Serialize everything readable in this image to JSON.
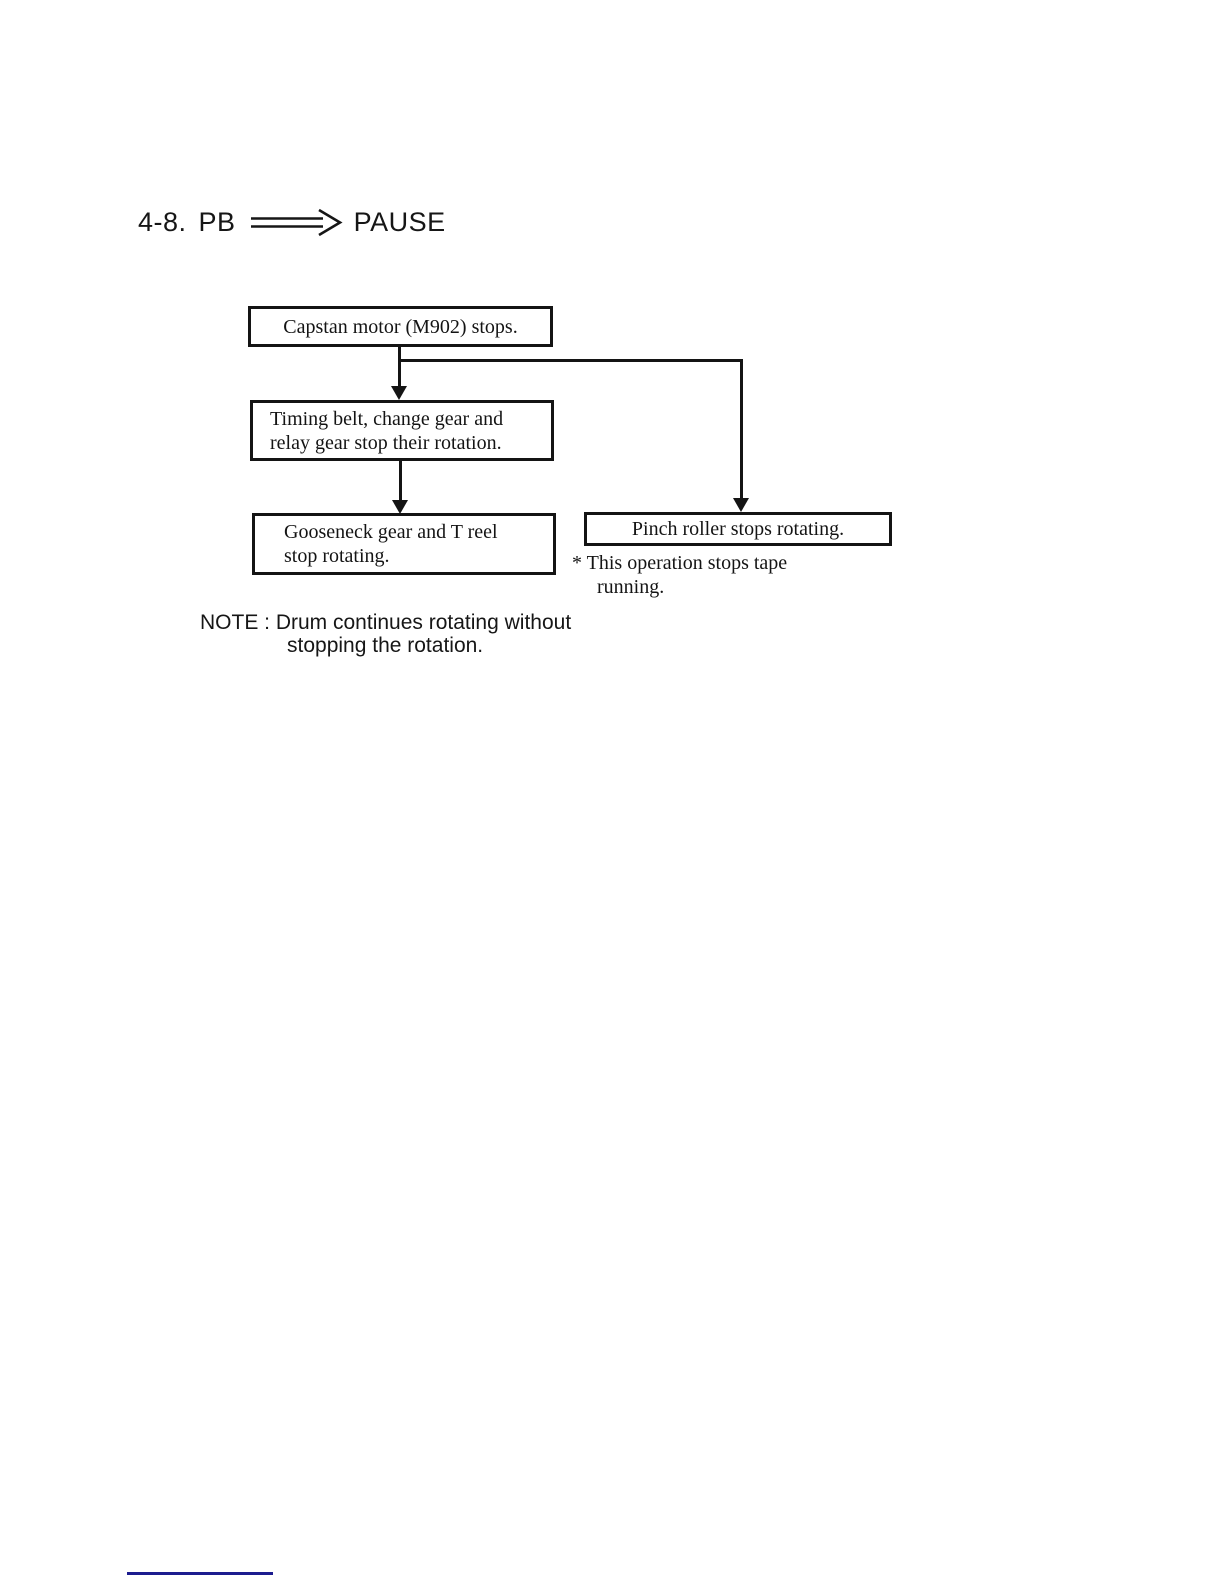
{
  "page": {
    "title": {
      "number": "4-8.",
      "from": "PB",
      "to": "PAUSE"
    },
    "flowchart": {
      "boxes": [
        {
          "id": "capstan",
          "lines": [
            "Capstan motor (M902) stops."
          ]
        },
        {
          "id": "timing",
          "lines": [
            "Timing belt, change gear and",
            "relay gear stop their rotation."
          ]
        },
        {
          "id": "gooseneck",
          "lines": [
            "Gooseneck gear and T reel",
            "stop rotating."
          ]
        },
        {
          "id": "pinch",
          "lines": [
            "Pinch roller stops rotating."
          ]
        }
      ],
      "pinch_footnote": {
        "line1": "* This operation stops tape",
        "line2": "running."
      }
    },
    "note": {
      "line1": "NOTE : Drum continues rotating without",
      "line2": "stopping the rotation."
    },
    "colors": {
      "ink": "#141414",
      "footer_line": "#1c1c8f",
      "background": "#ffffff"
    }
  }
}
